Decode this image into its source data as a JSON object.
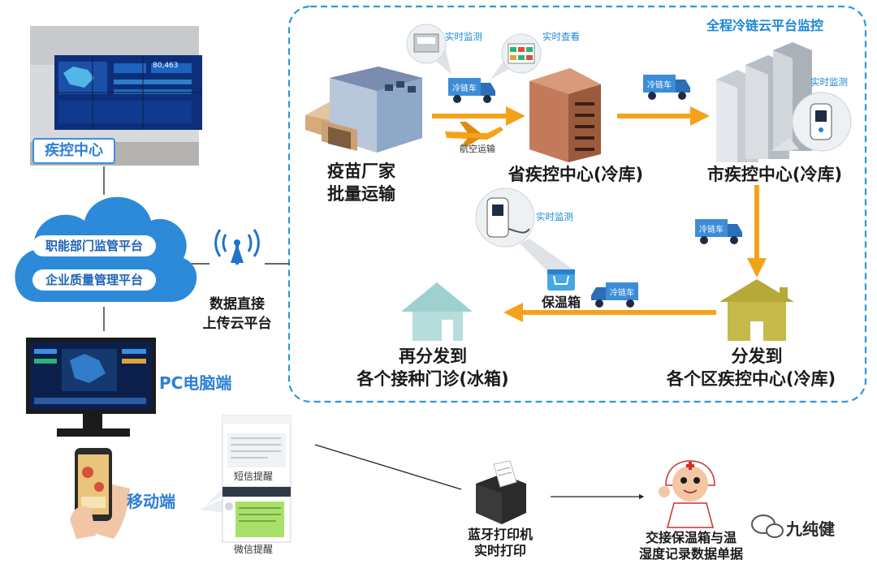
{
  "cloud_area": {
    "title": "全程冷链云平台监控"
  },
  "left": {
    "cdc_center": "疾控中心",
    "platform_items": [
      "职能部门监管平台",
      "企业质量管理平台"
    ],
    "upload_lines": [
      "数据直接",
      "上传云平台"
    ],
    "pc_label": "PC电脑端",
    "mobile_label": "移动端",
    "sms_label": "短信提醒",
    "wechat_label": "微信提醒"
  },
  "flow": {
    "factory_lines": [
      "疫苗厂家",
      "批量运输"
    ],
    "provincial": "省疾控中心(冷库)",
    "municipal": "市疾控中心(冷库)",
    "district_lines": [
      "分发到",
      "各个区疾控中心(冷库)"
    ],
    "clinic_lines": [
      "再分发到",
      "各个接种门诊(冰箱)"
    ],
    "air_transport": "航空运输",
    "truck_label": "冷链车",
    "monitor_1": "实时监测",
    "view_label": "实时查看",
    "monitor_2": "实时监测",
    "monitor_3": "实时监测",
    "box_label": "保温箱",
    "screen_value": "80,463"
  },
  "bottom": {
    "printer_lines": [
      "蓝牙打印机",
      "实时打印"
    ],
    "doctor_lines": [
      "交接保温箱与温",
      "湿度记录数据单据"
    ]
  },
  "brand": {
    "name": "九纯健"
  },
  "colors": {
    "blue": "#1a88d6",
    "orange": "#f5a21b",
    "accent": "#2d7fd3"
  }
}
